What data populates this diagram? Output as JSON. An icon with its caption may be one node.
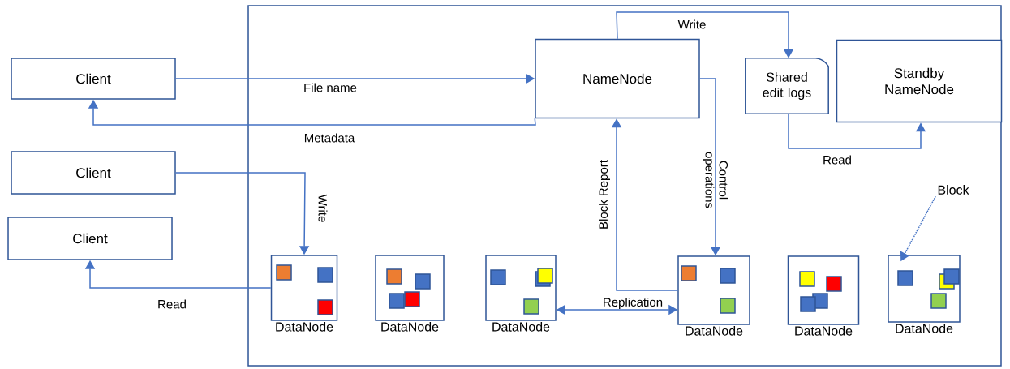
{
  "diagram": {
    "nodes": [
      {
        "text": [],
        "shape": "box"
      },
      {
        "text": [
          "Client"
        ]
      },
      {
        "text": [
          "Client"
        ]
      },
      {
        "text": [
          "Client"
        ]
      },
      {
        "text": [
          "NameNode"
        ],
        "in": 0
      },
      {
        "text": [
          "Shared edit logs"
        ],
        "in": 0
      },
      {
        "text": [
          "Standby NameNode"
        ],
        "in": 0
      },
      {
        "text": [
          "DataNode"
        ],
        "in": 0
      },
      {
        "text": [
          "DataNode"
        ],
        "in": 0
      },
      {
        "text": [
          "DataNode"
        ],
        "in": 0
      },
      {
        "text": [
          "DataNode"
        ],
        "in": 0
      },
      {
        "text": [
          "DataNode"
        ],
        "in": 0
      },
      {
        "text": [
          "DataNode"
        ],
        "in": 0
      },
      {
        "text": [
          "Block"
        ],
        "in": 0
      }
    ],
    "edges": [
      {
        "from": 1,
        "to": 4,
        "arrow": "to",
        "label": "File name"
      },
      {
        "from": 4,
        "to": 1,
        "arrow": "to",
        "label": "Metadata"
      },
      {
        "from": 2,
        "to": 7,
        "arrow": "to",
        "label": "Write"
      },
      {
        "from": 7,
        "to": 3,
        "arrow": "to",
        "label": "Read"
      },
      {
        "from": 4,
        "to": 5,
        "arrow": "to",
        "label": "Write"
      },
      {
        "from": 5,
        "to": 6,
        "arrow": "to",
        "label": "Read"
      },
      {
        "from": 4,
        "to": 10,
        "arrow": "to",
        "label": "Control operations"
      },
      {
        "from": 10,
        "to": 4,
        "arrow": "to",
        "label": "Block Report"
      },
      {
        "from": 9,
        "to": 10,
        "arrow": "both",
        "label": "Replication"
      },
      {
        "from": 13,
        "to": 12,
        "arrow": "to",
        "style": "dashed"
      }
    ]
  }
}
